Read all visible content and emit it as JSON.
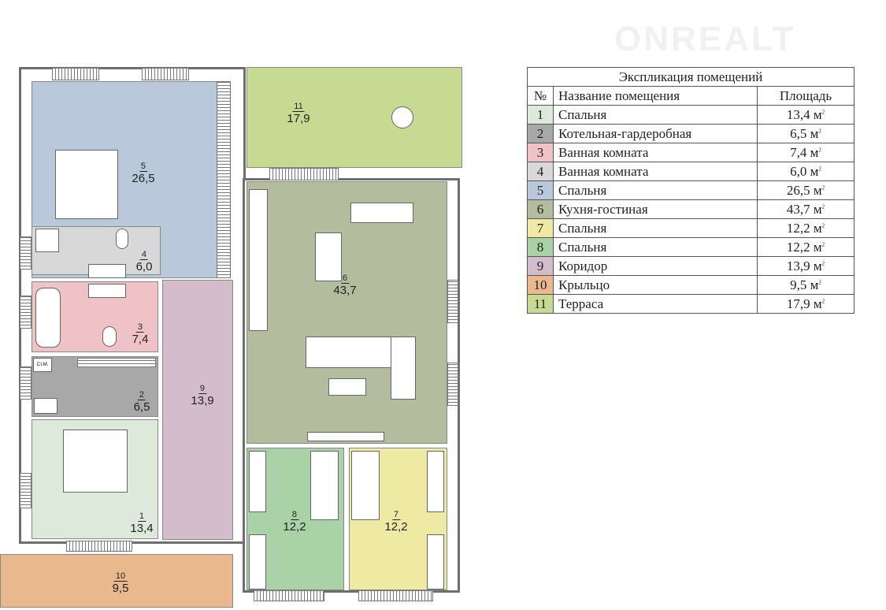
{
  "watermark": "ONREALT",
  "table": {
    "title": "Экспликация помещений",
    "headers": {
      "num": "№",
      "name": "Название помещения",
      "area": "Площадь"
    },
    "unit": "м",
    "rows": [
      {
        "num": "1",
        "name": "Спальня",
        "area": "13,4",
        "color": "#dde9da"
      },
      {
        "num": "2",
        "name": "Котельная-гардеробная",
        "area": "6,5",
        "color": "#a8a8a8"
      },
      {
        "num": "3",
        "name": "Ванная комната",
        "area": "7,4",
        "color": "#efc3c6"
      },
      {
        "num": "4",
        "name": "Ванная комната",
        "area": "6,0",
        "color": "#d8d8d8"
      },
      {
        "num": "5",
        "name": "Спальня",
        "area": "26,5",
        "color": "#bac8dc"
      },
      {
        "num": "6",
        "name": "Кухня-гостиная",
        "area": "43,7",
        "color": "#b3bd9d"
      },
      {
        "num": "7",
        "name": "Спальня",
        "area": "12,2",
        "color": "#eeeaa4"
      },
      {
        "num": "8",
        "name": "Спальня",
        "area": "12,2",
        "color": "#a9d3a6"
      },
      {
        "num": "9",
        "name": "Коридор",
        "area": "13,9",
        "color": "#d3bdcc"
      },
      {
        "num": "10",
        "name": "Крыльцо",
        "area": "9,5",
        "color": "#e9b98d"
      },
      {
        "num": "11",
        "name": "Терраса",
        "area": "17,9",
        "color": "#c6db91"
      }
    ]
  },
  "plan": {
    "boiler_label": "Ст.М."
  }
}
